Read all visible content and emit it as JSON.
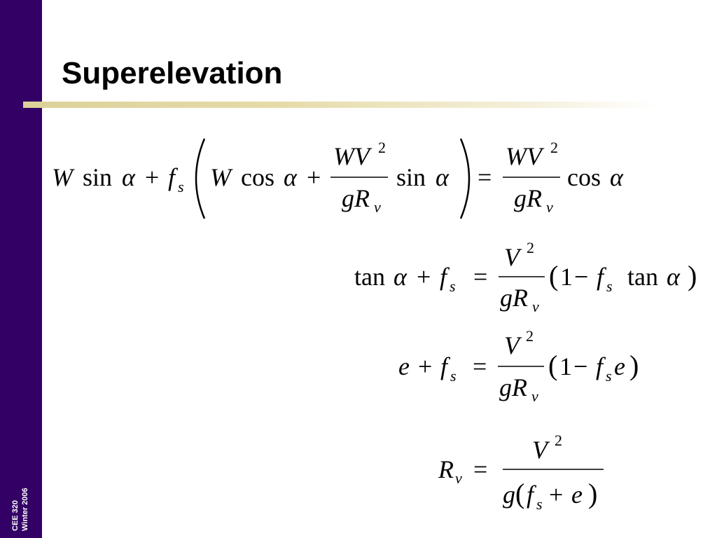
{
  "slide": {
    "title": "Superelevation",
    "course_line1": "CEE 320",
    "course_line2": "Winter 2006"
  },
  "colors": {
    "sidebar": "#330066",
    "title_rule": "#ddd19a"
  },
  "equations": [
    {
      "name": "force-balance",
      "latex": "W\\sin\\alpha + f_s\\left(W\\cos\\alpha + \\frac{WV^2}{gR_v}\\sin\\alpha\\right) = \\frac{WV^2}{gR_v}\\cos\\alpha"
    },
    {
      "name": "tan-form",
      "latex": "\\tan\\alpha + f_s = \\frac{V^2}{gR_v}\\left(1 - f_s\\tan\\alpha\\right)"
    },
    {
      "name": "e-form",
      "latex": "e + f_s = \\frac{V^2}{gR_v}\\left(1 - f_s e\\right)"
    },
    {
      "name": "radius-form",
      "latex": "R_v = \\frac{V^2}{g\\left(f_s + e\\right)}"
    }
  ]
}
